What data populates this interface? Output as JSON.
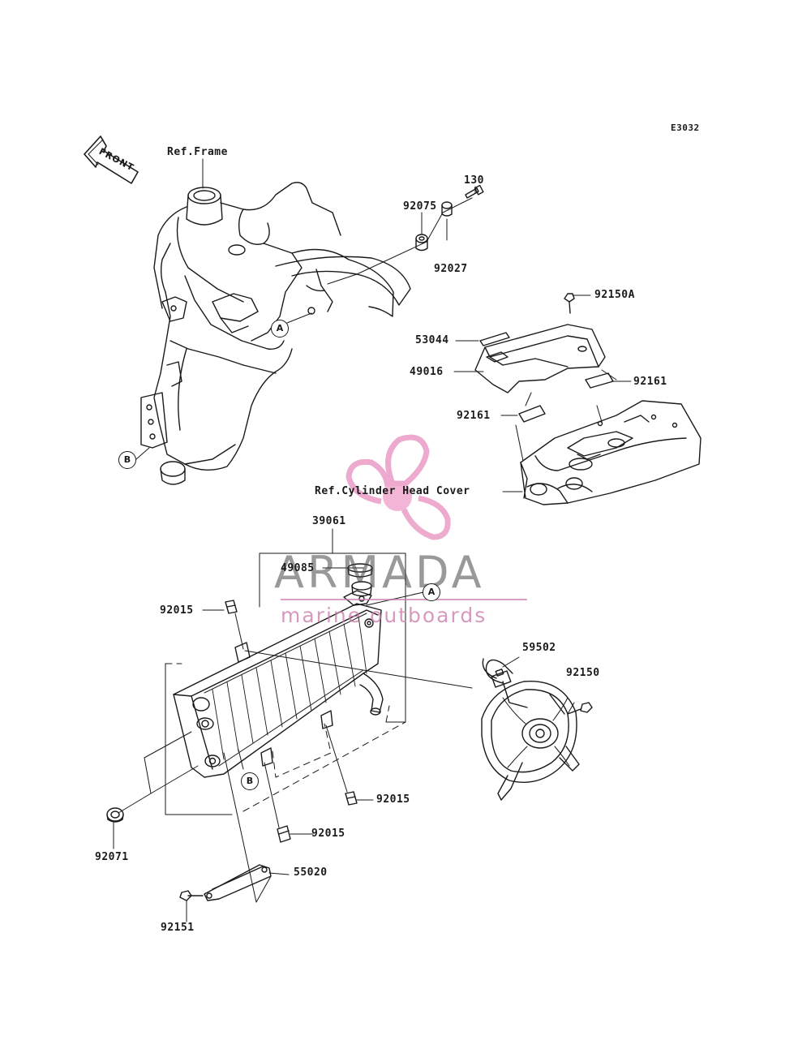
{
  "diagram": {
    "code": "E3032",
    "front_label": "FRONT",
    "refs": {
      "frame": "Ref.Frame",
      "cylinder_head_cover": "Ref.Cylinder Head Cover"
    },
    "parts": {
      "p130": "130",
      "p92075": "92075",
      "p92027": "92027",
      "p92150A": "92150A",
      "p53044": "53044",
      "p49016": "49016",
      "p92161a": "92161",
      "p92161b": "92161",
      "p39061": "39061",
      "p49085": "49085",
      "p92015a": "92015",
      "p92015b": "92015",
      "p92015c": "92015",
      "p59502": "59502",
      "p92150": "92150",
      "p92071": "92071",
      "p55020": "55020",
      "p92151": "92151"
    },
    "symbols": {
      "a1": "A",
      "a2": "A",
      "b1": "B",
      "b2": "B"
    }
  },
  "watermark": {
    "brand": "ARMADA",
    "tagline": "marine outboards",
    "logo_color": "#e8a6c8"
  }
}
